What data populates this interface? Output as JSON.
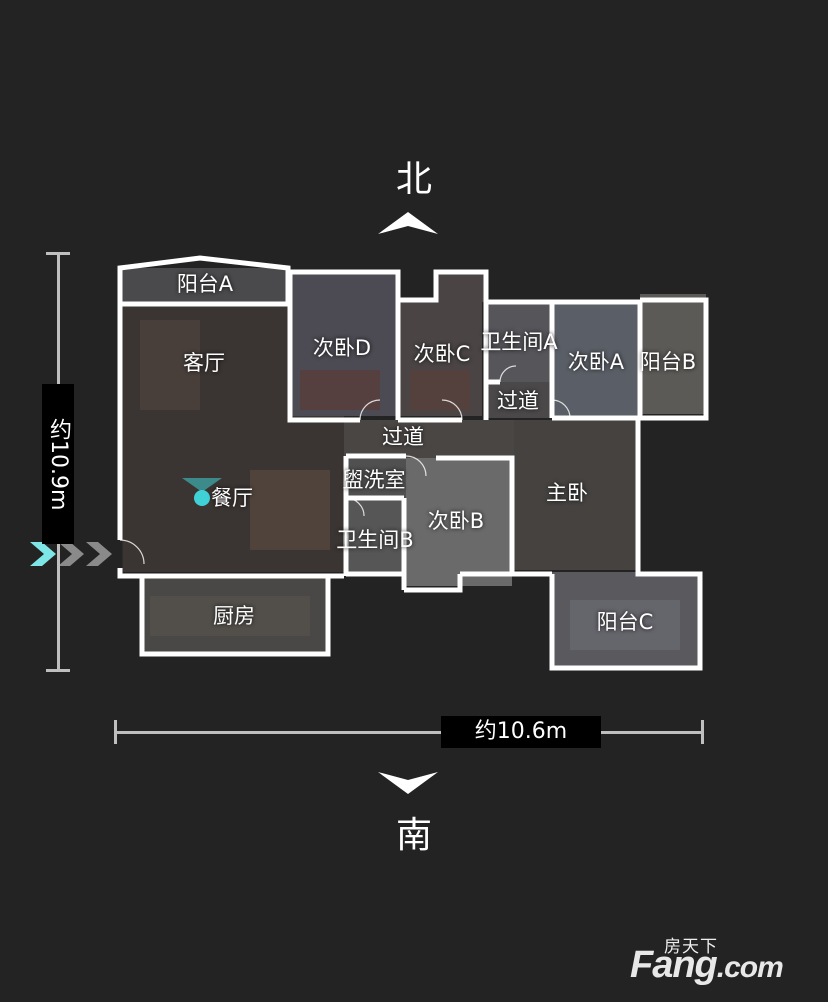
{
  "compass": {
    "north": "北",
    "south": "南"
  },
  "rooms": {
    "balcony_a": "阳台A",
    "living_room": "客厅",
    "bedroom_d": "次卧D",
    "bedroom_c": "次卧C",
    "bathroom_a": "卫生间A",
    "bedroom_a": "次卧A",
    "balcony_b": "阳台B",
    "corridor_1": "过道",
    "corridor_2": "过道",
    "washroom": "盥洗室",
    "dining_room": "餐厅",
    "master_bedroom": "主卧",
    "bathroom_b": "卫生间B",
    "bedroom_b": "次卧B",
    "kitchen": "厨房",
    "balcony_c": "阳台C"
  },
  "dimensions": {
    "width": "约10.6m",
    "height": "约10.9m"
  },
  "logo": {
    "cn": "房天下",
    "en_main": "Fang",
    "en_domain": ".com"
  },
  "colors": {
    "background": "#232323",
    "wall": "#ffffff",
    "marker": "#3fd1d6"
  }
}
